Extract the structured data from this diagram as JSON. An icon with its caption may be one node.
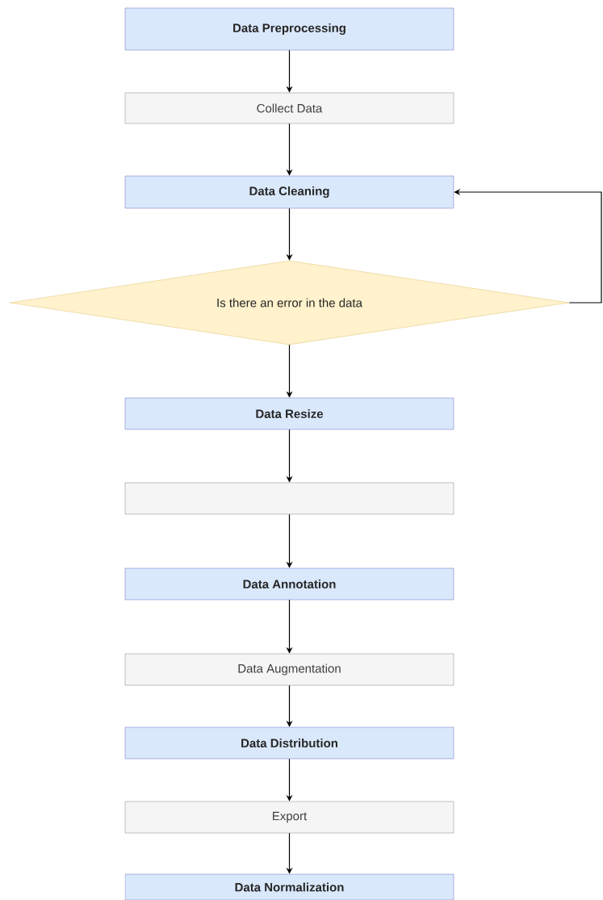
{
  "diagram": {
    "nodes": [
      {
        "text": [
          "Data Preprocessing"
        ]
      },
      {
        "text": [
          "Collect Data"
        ]
      },
      {
        "text": [
          "Data Cleaning"
        ]
      },
      {
        "text": [
          "Is there an error in the data"
        ]
      },
      {
        "text": [
          "Data Resize"
        ]
      },
      {
        "text": [],
        "shape": "box"
      },
      {
        "text": [
          "Data Annotation"
        ]
      },
      {
        "text": [
          "Data Augmentation"
        ]
      },
      {
        "text": [
          "Data Distribution"
        ]
      },
      {
        "text": [
          "Export"
        ]
      },
      {
        "text": [
          "Data Normalization"
        ]
      }
    ],
    "edges": [
      {
        "from": 0,
        "to": 1,
        "arrow": "to"
      },
      {
        "from": 1,
        "to": 2,
        "arrow": "to"
      },
      {
        "from": 2,
        "to": 3,
        "arrow": "to"
      },
      {
        "from": 3,
        "to": 4,
        "arrow": "to"
      },
      {
        "from": 4,
        "to": 5,
        "arrow": "to"
      },
      {
        "from": 5,
        "to": 6,
        "arrow": "to"
      },
      {
        "from": 6,
        "to": 7,
        "arrow": "to"
      },
      {
        "from": 7,
        "to": 8,
        "arrow": "to"
      },
      {
        "from": 8,
        "to": 9,
        "arrow": "to"
      },
      {
        "from": 9,
        "to": 10,
        "arrow": "to"
      },
      {
        "from": 3,
        "to": 2,
        "arrow": "to"
      }
    ]
  }
}
